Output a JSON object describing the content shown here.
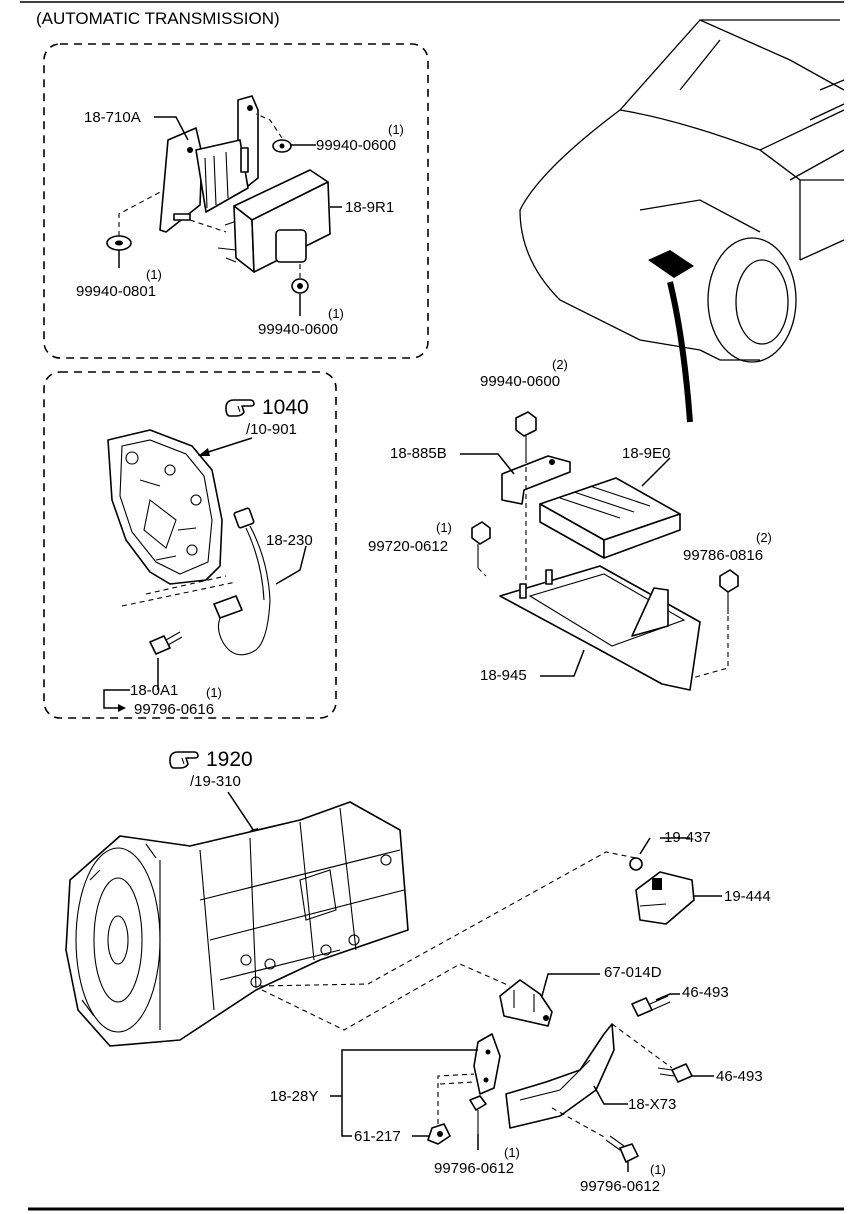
{
  "page_title": "(AUTOMATIC TRANSMISSION)",
  "callouts": {
    "p18_710A": "18-710A",
    "p99940_0600_top": "99940-0600",
    "q99940_0600_top": "(1)",
    "p18_9R1": "18-9R1",
    "p99940_0801": "99940-0801",
    "q99940_0801": "(1)",
    "p99940_0600_low": "99940-0600",
    "q99940_0600_low": "(1)",
    "ref_1040": "1040",
    "ref_10_901": "/10-901",
    "p18_230": "18-230",
    "p18_0A1": "18-0A1",
    "p99796_0616": "99796-0616",
    "q99796_0616": "(1)",
    "p99940_0600_mid": "99940-0600",
    "q99940_0600_mid": "(2)",
    "p18_885B": "18-885B",
    "p18_9E0": "18-9E0",
    "p99720_0612": "99720-0612",
    "q99720_0612": "(1)",
    "p99786_0816": "99786-0816",
    "q99786_0816": "(2)",
    "p18_945": "18-945",
    "ref_1920": "1920",
    "ref_19_310": "/19-310",
    "p19_437": "19-437",
    "p19_444": "19-444",
    "p67_014D": "67-014D",
    "p46_493_a": "46-493",
    "p46_493_b": "46-493",
    "p18_28Y": "18-28Y",
    "p18_X73": "18-X73",
    "p61_217": "61-217",
    "p99796_0612_a": "99796-0612",
    "q99796_0612_a": "(1)",
    "p99796_0612_b": "99796-0612",
    "q99796_0612_b": "(1)"
  },
  "icons": {
    "reference": "hand-pointer-icon"
  }
}
